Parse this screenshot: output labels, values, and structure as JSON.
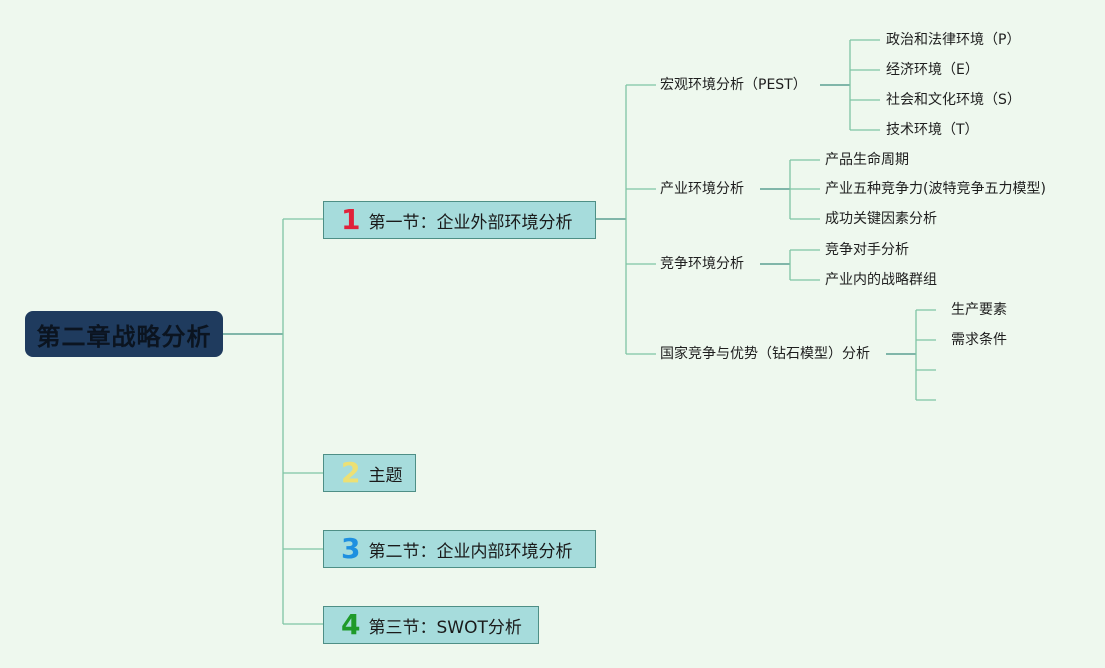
{
  "root": {
    "label": "第二章战略分析",
    "color": "#1f3b5e"
  },
  "sections": [
    {
      "num": "1",
      "num_color": "#e0213a",
      "label": "第一节：企业外部环境分析"
    },
    {
      "num": "2",
      "num_color": "#ede074",
      "label": "主题"
    },
    {
      "num": "3",
      "num_color": "#1e90e0",
      "label": "第二节：企业内部环境分析"
    },
    {
      "num": "4",
      "num_color": "#1f9a2a",
      "label": "第三节：SWOT分析"
    }
  ],
  "external": {
    "topics": [
      {
        "label": "宏观环境分析（PEST）",
        "items": [
          "政治和法律环境（P）",
          "经济环境（E）",
          "社会和文化环境（S）",
          "技术环境（T）"
        ]
      },
      {
        "label": "产业环境分析",
        "items": [
          "产品生命周期",
          "产业五种竞争力(波特竞争五力模型)",
          "成功关键因素分析"
        ]
      },
      {
        "label": "竞争环境分析",
        "items": [
          "竞争对手分析",
          "产业内的战略群组"
        ]
      },
      {
        "label": "国家竞争与优势（钻石模型）分析",
        "items": [
          "生产要素",
          "需求条件",
          "",
          ""
        ]
      }
    ]
  },
  "style": {
    "line_color": "#7fc4a4",
    "connector_color": "#3f8f80"
  }
}
